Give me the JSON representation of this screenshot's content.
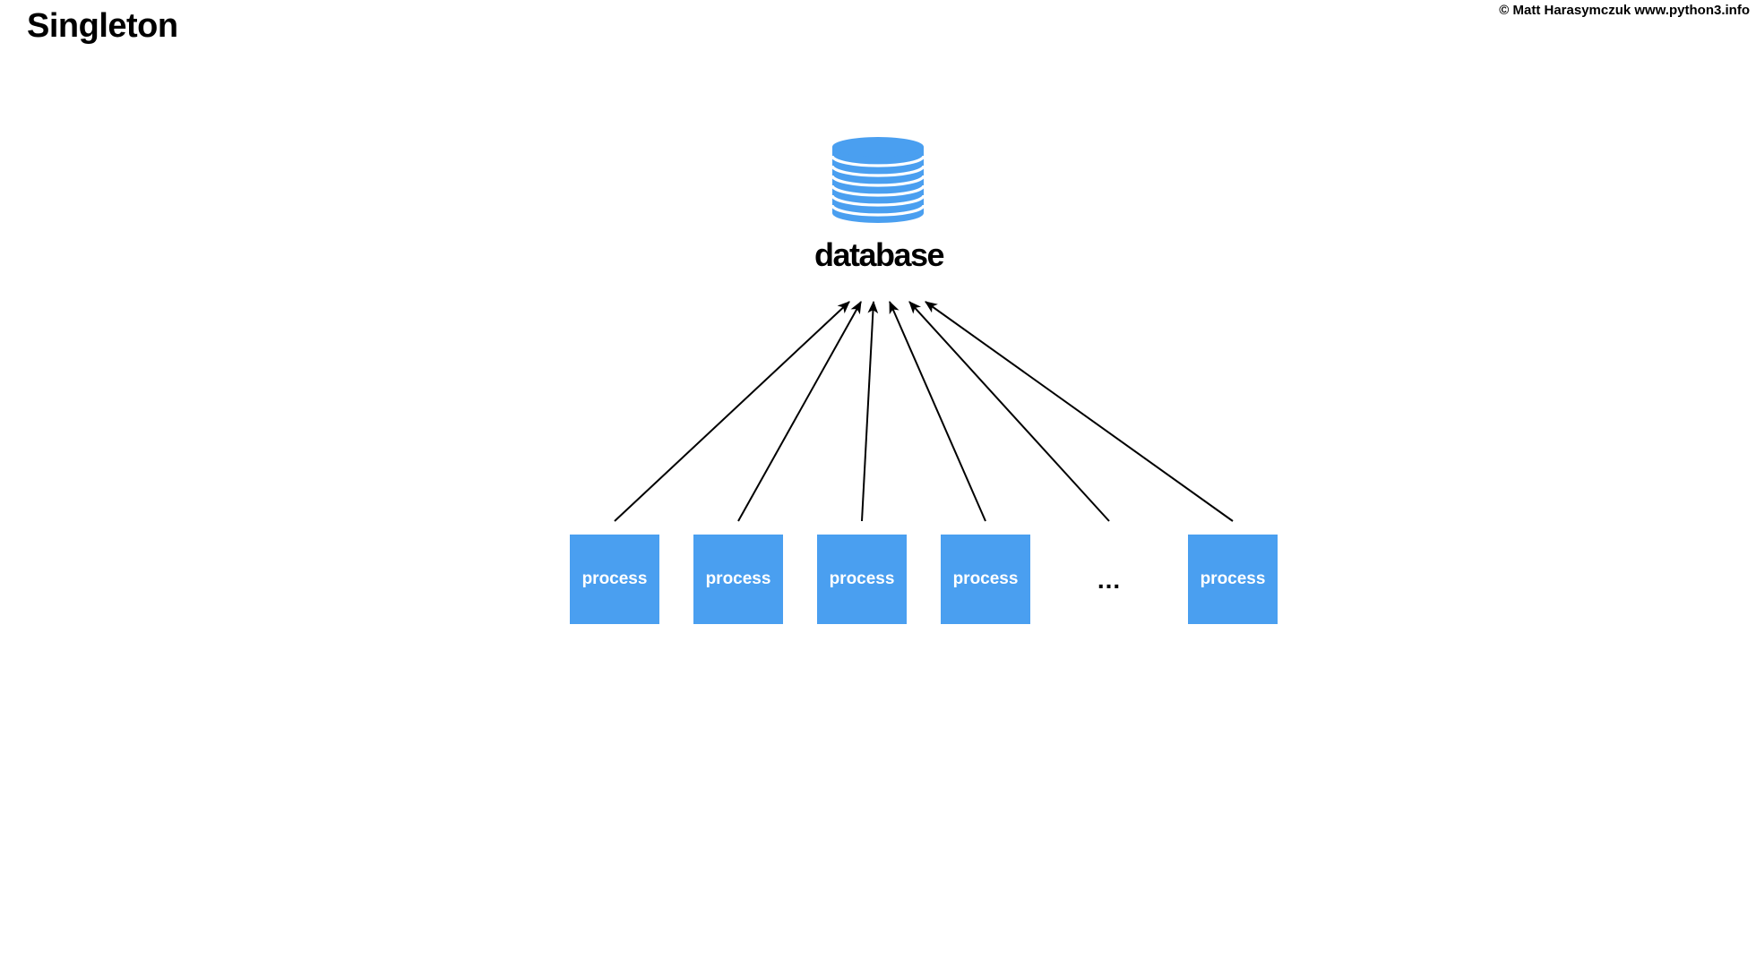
{
  "page": {
    "title": "Singleton",
    "copyright": "© Matt Harasymczuk www.python3.info",
    "background": "#ffffff"
  },
  "colors": {
    "node_fill": "#4a9ff0",
    "node_text": "#ffffff",
    "label_text": "#000000",
    "arrow": "#000000"
  },
  "diagram": {
    "type": "diagram",
    "database_node": {
      "label": "database",
      "icon": "database-cylinder-icon"
    },
    "bottom_row": [
      {
        "id": "p1",
        "kind": "process",
        "label": "process"
      },
      {
        "id": "p2",
        "kind": "process",
        "label": "process"
      },
      {
        "id": "p3",
        "kind": "process",
        "label": "process"
      },
      {
        "id": "p4",
        "kind": "process",
        "label": "process"
      },
      {
        "id": "more",
        "kind": "ellipsis",
        "label": "..."
      },
      {
        "id": "p5",
        "kind": "process",
        "label": "process"
      }
    ],
    "edges": [
      {
        "from": "p1",
        "to": "database"
      },
      {
        "from": "p2",
        "to": "database"
      },
      {
        "from": "p3",
        "to": "database"
      },
      {
        "from": "p4",
        "to": "database"
      },
      {
        "from": "more",
        "to": "database"
      },
      {
        "from": "p5",
        "to": "database"
      }
    ]
  }
}
